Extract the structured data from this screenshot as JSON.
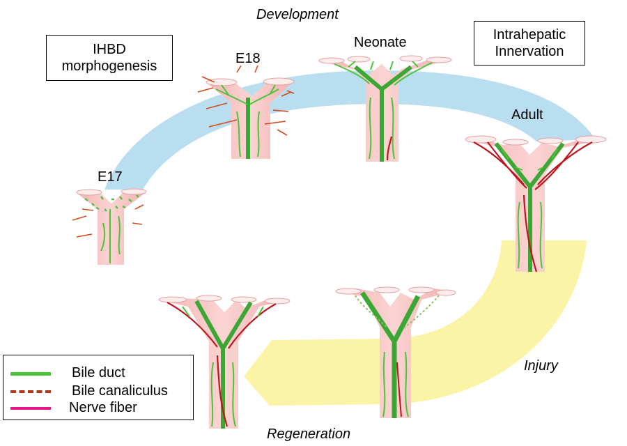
{
  "titles": {
    "development": "Development",
    "injury": "Injury",
    "regeneration": "Regeneration"
  },
  "boxes": {
    "ihbd_line1": "IHBD",
    "ihbd_line2": "morphogenesis",
    "innervation_line1": "Intrahepatic",
    "innervation_line2": "Innervation"
  },
  "stages": {
    "e17": "E17",
    "e18": "E18",
    "neonate": "Neonate",
    "adult": "Adult"
  },
  "legend": [
    {
      "label": "Bile duct",
      "color": "#4cc43a",
      "style": "solid"
    },
    {
      "label": "Bile canaliculus",
      "color": "#b5341c",
      "style": "dashed"
    },
    {
      "label": "Nerve fiber",
      "color": "#e3168a",
      "style": "solid"
    }
  ],
  "colors": {
    "development_arrow": "#b9def0",
    "injury_arrow": "#fbf3a6",
    "duct_tissue": "#f7c6c4",
    "bile_duct": "#3da735",
    "nerve": "#c0141c",
    "immature_fiber": "#d04a1a"
  }
}
